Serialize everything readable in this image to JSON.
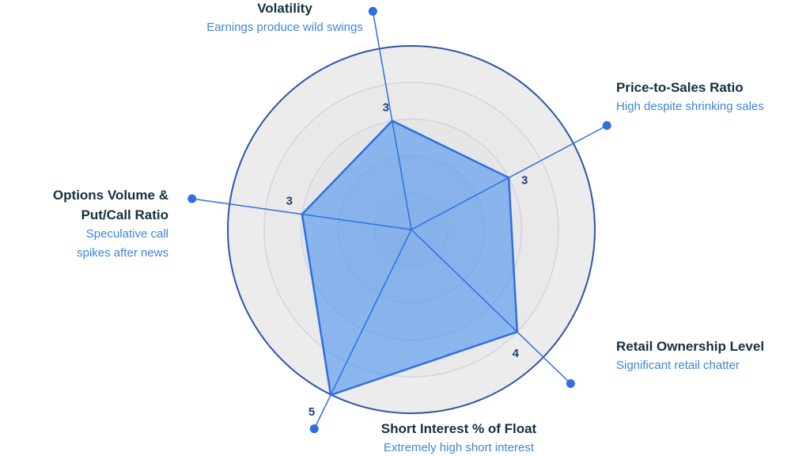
{
  "colors": {
    "outer_ring": "#2f55a8",
    "ring_fill_outer": "#ececec",
    "ring_stroke": "#c9d7e6",
    "polygon_fill": "#3d8df0",
    "polygon_stroke": "#2f6fe0",
    "spoke": "#2f6fe0",
    "title": "#15303f",
    "description": "#3f86d8",
    "value_label": "#1f3f78"
  },
  "chart_data": {
    "type": "radar",
    "max": 5,
    "axes": [
      {
        "title_lines": [
          "Volatility"
        ],
        "description_lines": [
          "Earnings produce wild swings"
        ],
        "value": 3
      },
      {
        "title_lines": [
          "Price-to-Sales Ratio"
        ],
        "description_lines": [
          "High despite shrinking sales"
        ],
        "value": 3
      },
      {
        "title_lines": [
          "Retail Ownership Level"
        ],
        "description_lines": [
          "Significant retail chatter"
        ],
        "value": 4
      },
      {
        "title_lines": [
          "Short Interest % of Float"
        ],
        "description_lines": [
          "Extremely high short interest"
        ],
        "value": 5
      },
      {
        "title_lines": [
          "Options Volume &",
          "Put/Call Ratio"
        ],
        "description_lines": [
          "Speculative call",
          "spikes after news"
        ],
        "value": 3
      }
    ]
  }
}
